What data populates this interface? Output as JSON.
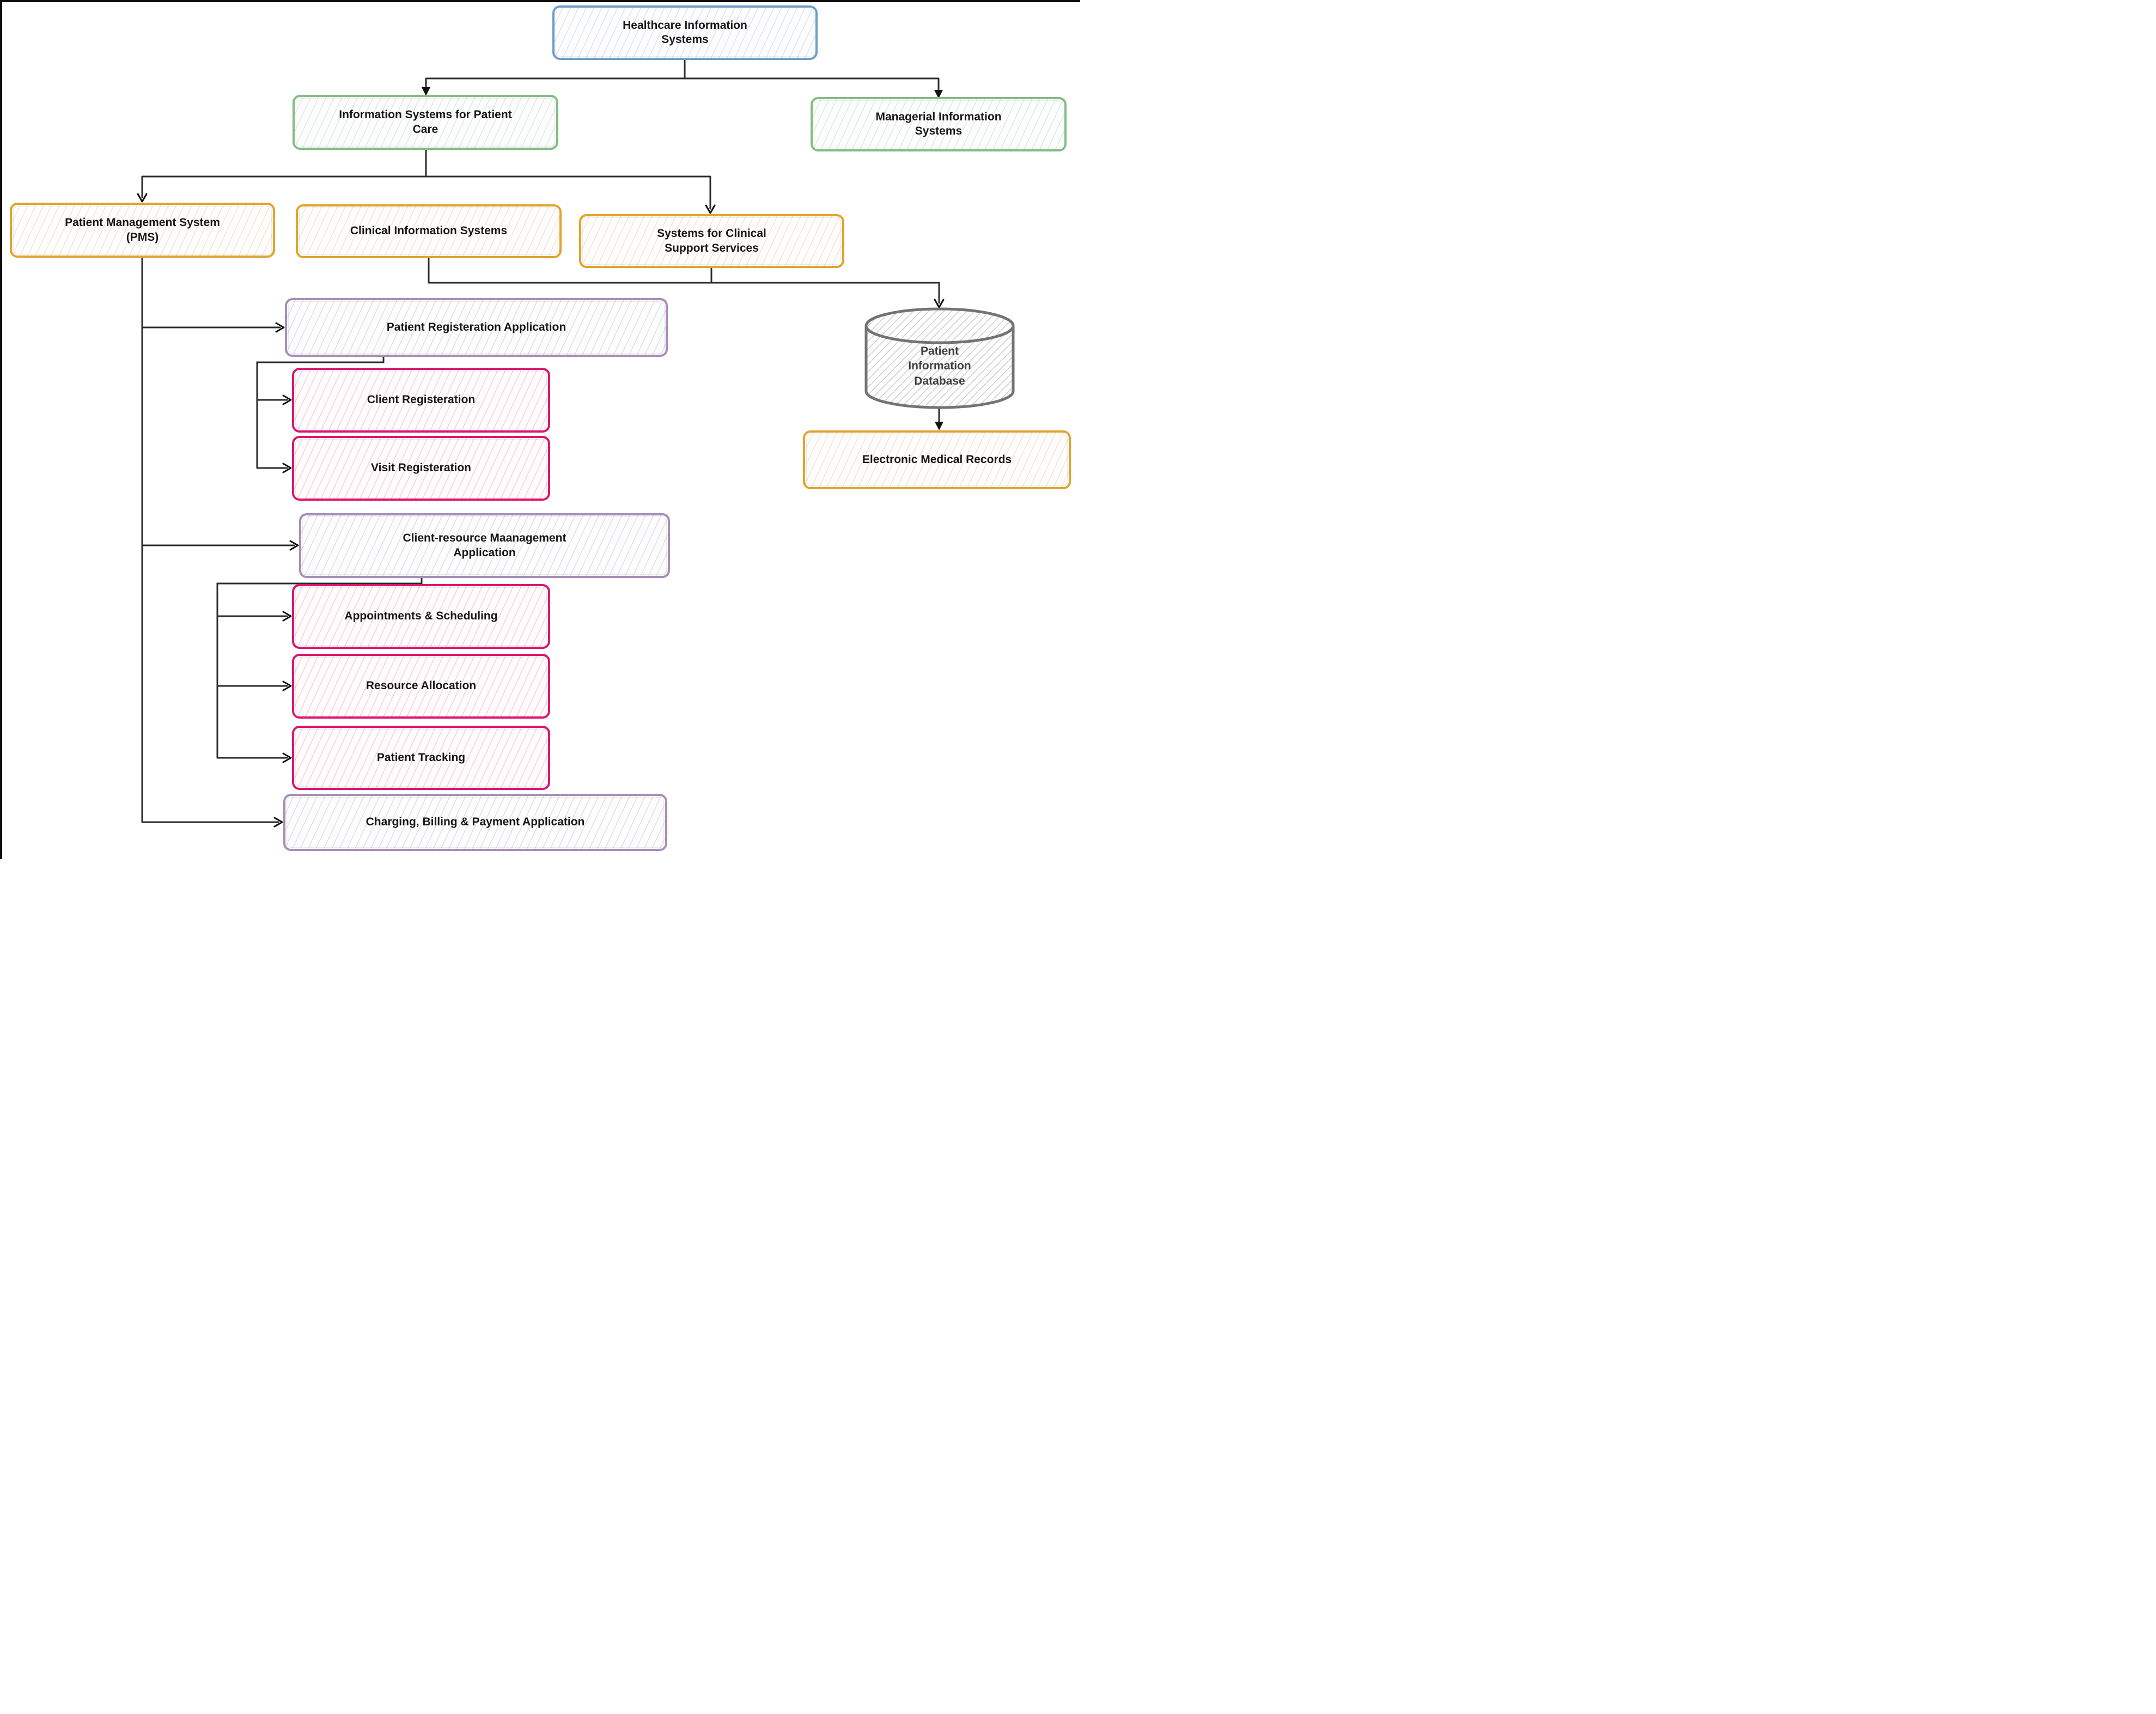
{
  "diagram": {
    "title": "Healthcare Information Systems hierarchy flowchart",
    "nodes": {
      "healthcare": {
        "label": "Healthcare Information Systems"
      },
      "patient_care": {
        "label": "Information Systems for Patient Care"
      },
      "managerial": {
        "label": "Managerial Information Systems"
      },
      "pms": {
        "label": "Patient Management System (PMS)"
      },
      "clinical": {
        "label": "Clinical Information Systems"
      },
      "clinical_support": {
        "label": "Systems for Clinical Support Services"
      },
      "patient_reg_app": {
        "label": "Patient Registeration Application"
      },
      "client_reg": {
        "label": "Client Registeration"
      },
      "visit_reg": {
        "label": "Visit Registeration"
      },
      "client_resource_app": {
        "label": "Client-resource Maanagement Application"
      },
      "appointments": {
        "label": "Appointments & Scheduling"
      },
      "resource_alloc": {
        "label": "Resource Allocation"
      },
      "patient_tracking": {
        "label": "Patient Tracking"
      },
      "charging": {
        "label": "Charging, Billing & Payment Application"
      },
      "database": {
        "label": "Patient Information Database"
      },
      "emr": {
        "label": "Electronic Medical Records"
      }
    },
    "edges": [
      [
        "healthcare",
        "patient_care"
      ],
      [
        "healthcare",
        "managerial"
      ],
      [
        "patient_care",
        "pms"
      ],
      [
        "patient_care",
        "clinical"
      ],
      [
        "patient_care",
        "clinical_support"
      ],
      [
        "clinical",
        "database"
      ],
      [
        "clinical_support",
        "database"
      ],
      [
        "pms",
        "patient_reg_app"
      ],
      [
        "pms",
        "client_resource_app"
      ],
      [
        "pms",
        "charging"
      ],
      [
        "patient_reg_app",
        "client_reg"
      ],
      [
        "patient_reg_app",
        "visit_reg"
      ],
      [
        "client_resource_app",
        "appointments"
      ],
      [
        "client_resource_app",
        "resource_alloc"
      ],
      [
        "client_resource_app",
        "patient_tracking"
      ],
      [
        "database",
        "emr"
      ]
    ],
    "colors": {
      "blue_border": "#6f9dc6",
      "green_border": "#82bd84",
      "orange_border": "#e0a42d",
      "purple_border": "#a78eb8",
      "pink_border": "#dd156e",
      "gray_border": "#737373",
      "line": "#2b2b2b",
      "text": "#161616"
    }
  }
}
